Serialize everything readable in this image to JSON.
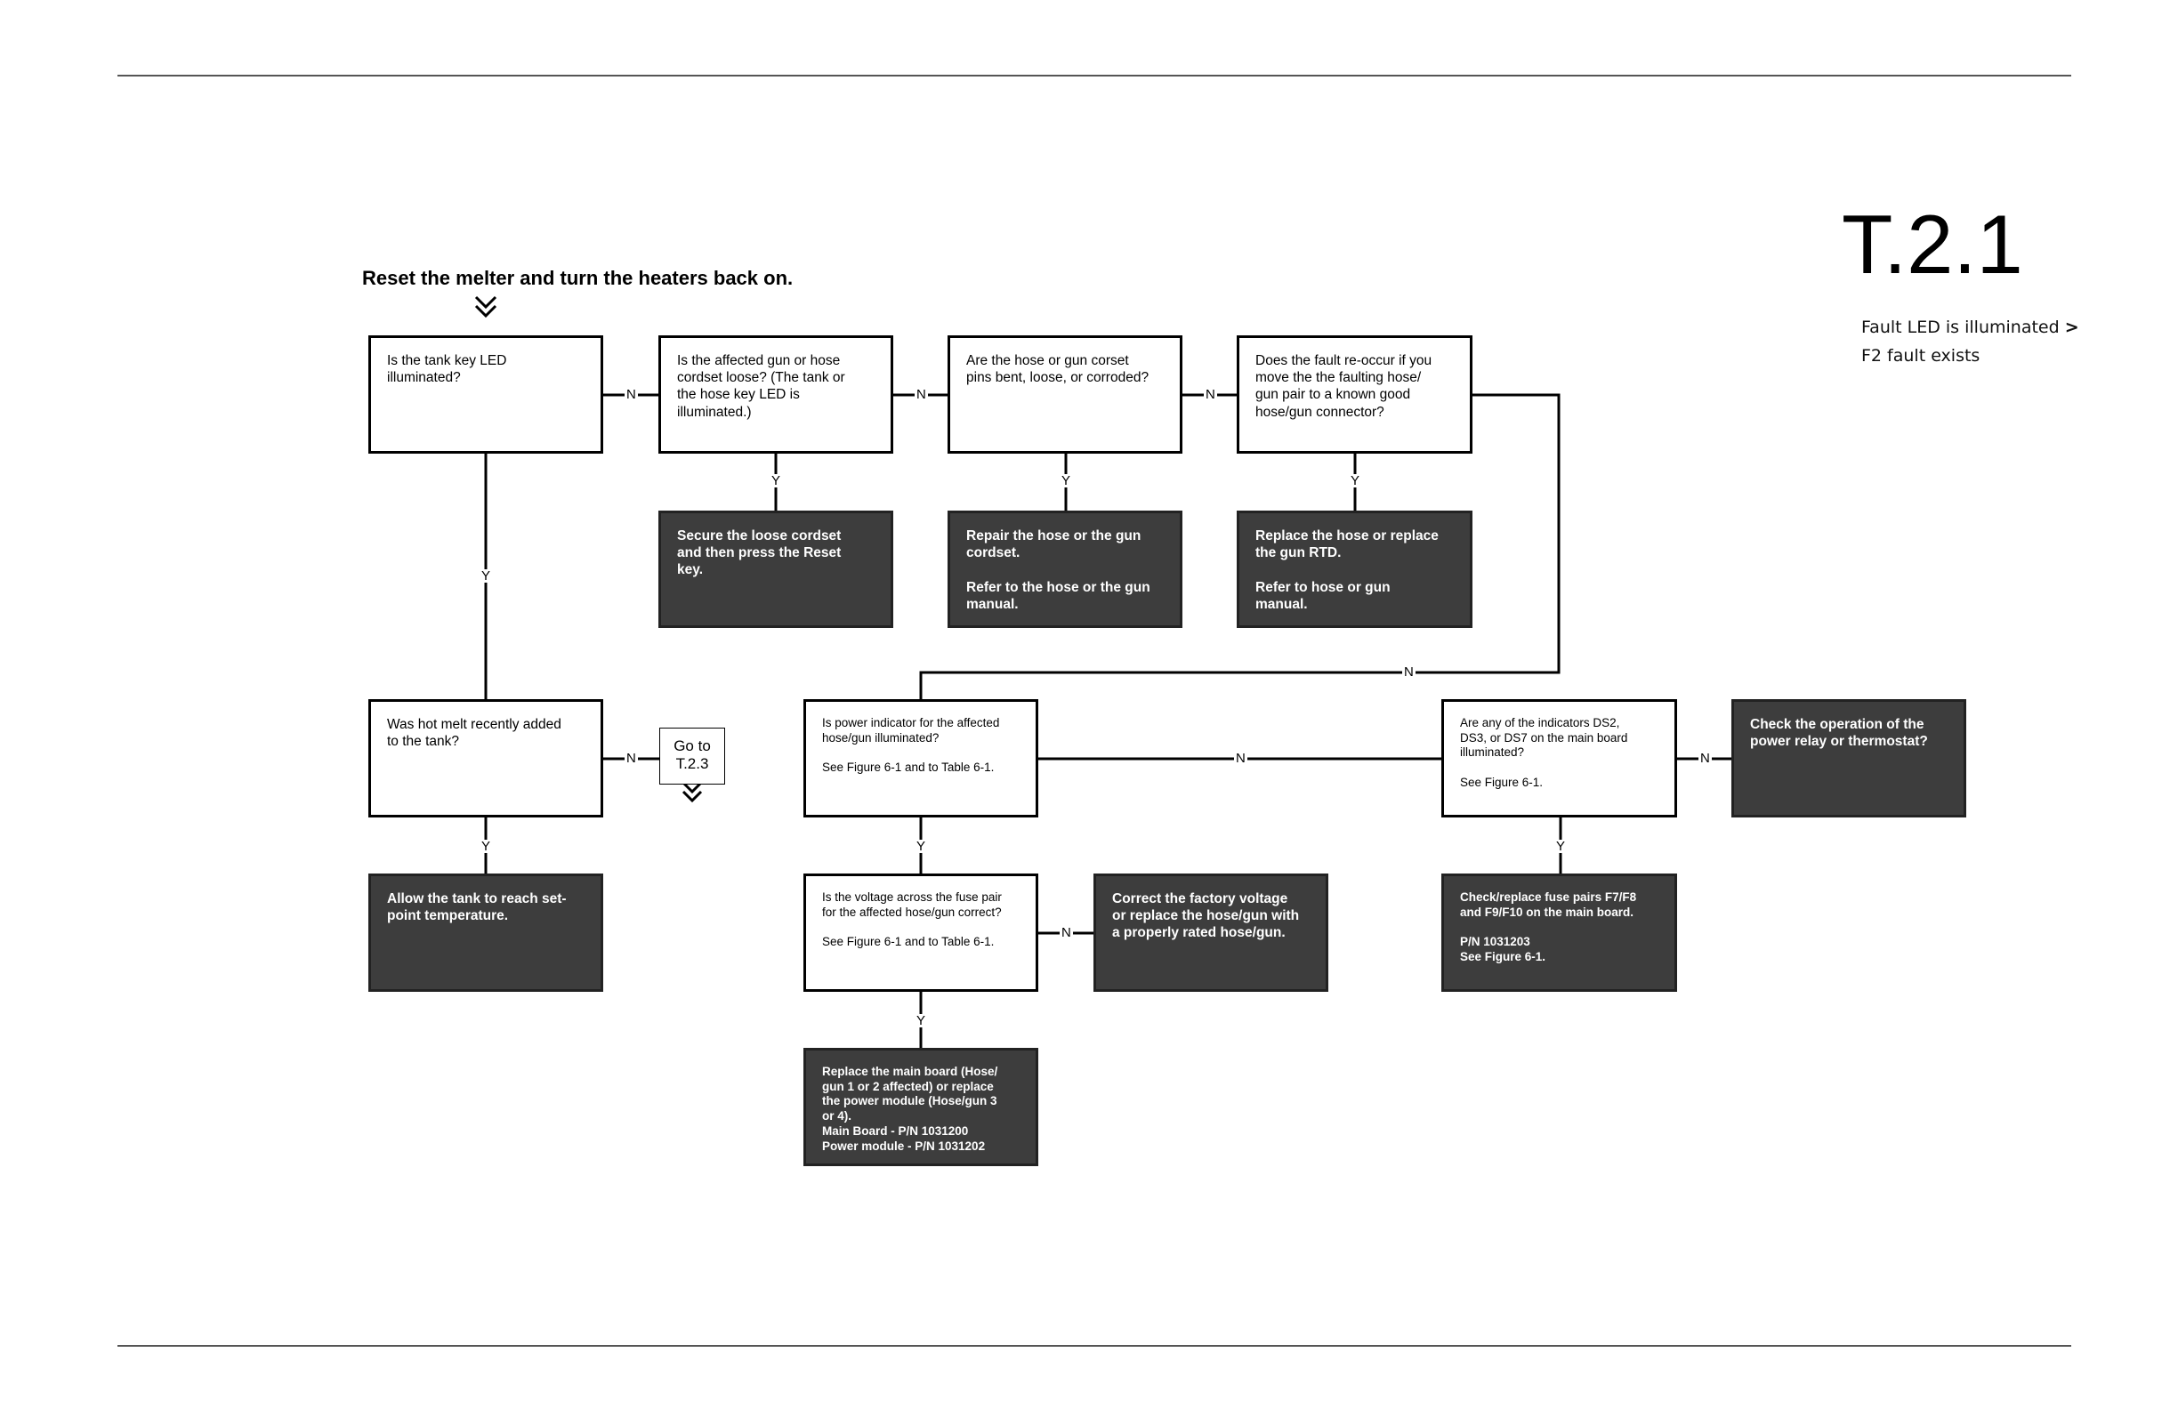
{
  "header": {
    "title": "T.2.1",
    "subtitle_line1": "Fault LED is illuminated",
    "subtitle_arrow": ">",
    "subtitle_line2": "F2 fault exists"
  },
  "start_text": "Reset the melter and turn the heaters back on.",
  "boxes": {
    "q_tank_led": "Is the tank key LED\nilluminated?",
    "q_cordset_loose": "Is the affected gun or hose\ncordset loose? (The tank or\nthe hose key LED is\nilluminated.)",
    "q_pins_bent": "Are the hose or gun corset\npins bent, loose, or corroded?",
    "q_fault_reoccur": "Does the fault re-occur if you\nmove the the faulting hose/\ngun pair to a known good\nhose/gun connector?",
    "a_secure_cordset": "Secure the loose cordset\nand then press the Reset\nkey.",
    "a_repair_cordset": "Repair the hose or the gun\ncordset.\n\nRefer to the hose or the gun\nmanual.",
    "a_replace_rtd": "Replace the hose or replace\nthe gun RTD.\n\nRefer to hose or gun\nmanual.",
    "q_hot_melt": "Was hot melt recently added\nto the tank?",
    "goto_t23": "Go to\nT.2.3",
    "q_power_indicator": "Is power indicator for the affected\nhose/gun illuminated?\n\nSee Figure 6-1 and to Table 6-1.",
    "q_indicators_ds": "Are any of the indicators DS2,\nDS3, or DS7 on the main board\nilluminated?\n\nSee Figure 6-1.",
    "a_check_relay": "Check the operation of the\npower relay or thermostat?",
    "a_allow_tank": "Allow the tank to reach set-\npoint temperature.",
    "q_voltage_fuse": "Is the voltage across the fuse pair\nfor the affected hose/gun correct?\n\nSee Figure 6-1 and to Table 6-1.",
    "a_correct_voltage": "Correct the factory voltage\nor replace the hose/gun with\na properly rated hose/gun.",
    "a_replace_fuses": "Check/replace fuse pairs F7/F8\nand F9/F10 on the main board.\n\nP/N 1031203\nSee Figure 6-1.",
    "a_replace_board": "Replace the main board (Hose/\ngun 1 or 2 affected) or replace\nthe power module (Hose/gun 3\nor 4).\nMain Board - P/N 1031200\nPower module - P/N 1031202"
  },
  "labels": {
    "yes": "Y",
    "no": "N"
  }
}
